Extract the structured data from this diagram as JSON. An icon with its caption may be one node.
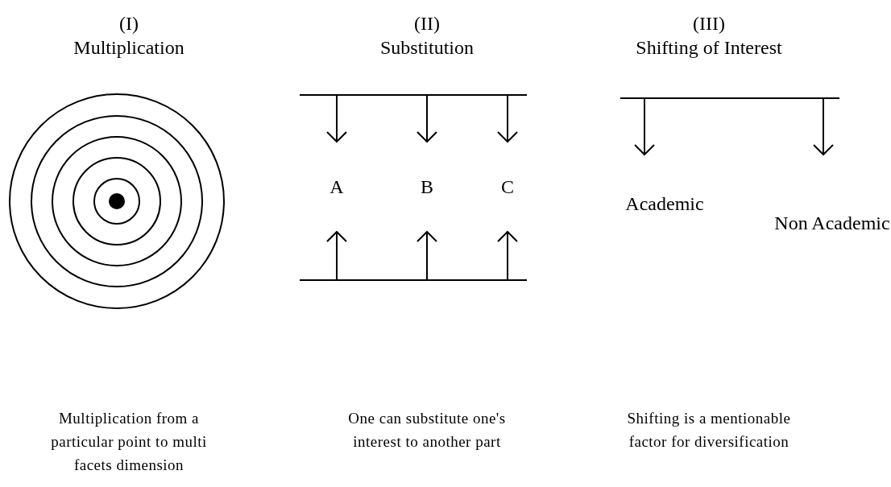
{
  "diagram": {
    "nodes": [
      {
        "text": [],
        "shape": "bar"
      },
      {
        "text": [
          "A"
        ]
      },
      {
        "text": [
          "B"
        ]
      },
      {
        "text": [
          "C"
        ]
      },
      {
        "text": [],
        "shape": "bar"
      },
      {
        "text": [],
        "shape": "bar"
      },
      {
        "text": [
          "Academic"
        ]
      },
      {
        "text": [
          "Non Academic"
        ]
      }
    ],
    "edges": [
      {
        "from": 0,
        "to": 1,
        "arrow": "to"
      },
      {
        "from": 0,
        "to": 2,
        "arrow": "to"
      },
      {
        "from": 0,
        "to": 3,
        "arrow": "to"
      },
      {
        "from": 4,
        "to": 1,
        "arrow": "to"
      },
      {
        "from": 4,
        "to": 2,
        "arrow": "to"
      },
      {
        "from": 4,
        "to": 3,
        "arrow": "to"
      },
      {
        "from": 5,
        "to": 6,
        "arrow": "to"
      },
      {
        "from": 5,
        "to": 7,
        "arrow": "to"
      }
    ],
    "labels": [
      "(I)",
      "Multiplication",
      "(II)",
      "Substitution",
      "(III)",
      "Shifting of Interest",
      "Multiplication from a particular point to multi facets dimension",
      "One can substitute one's interest to another part",
      "Shifting is a mentionable factor for diversification"
    ]
  }
}
